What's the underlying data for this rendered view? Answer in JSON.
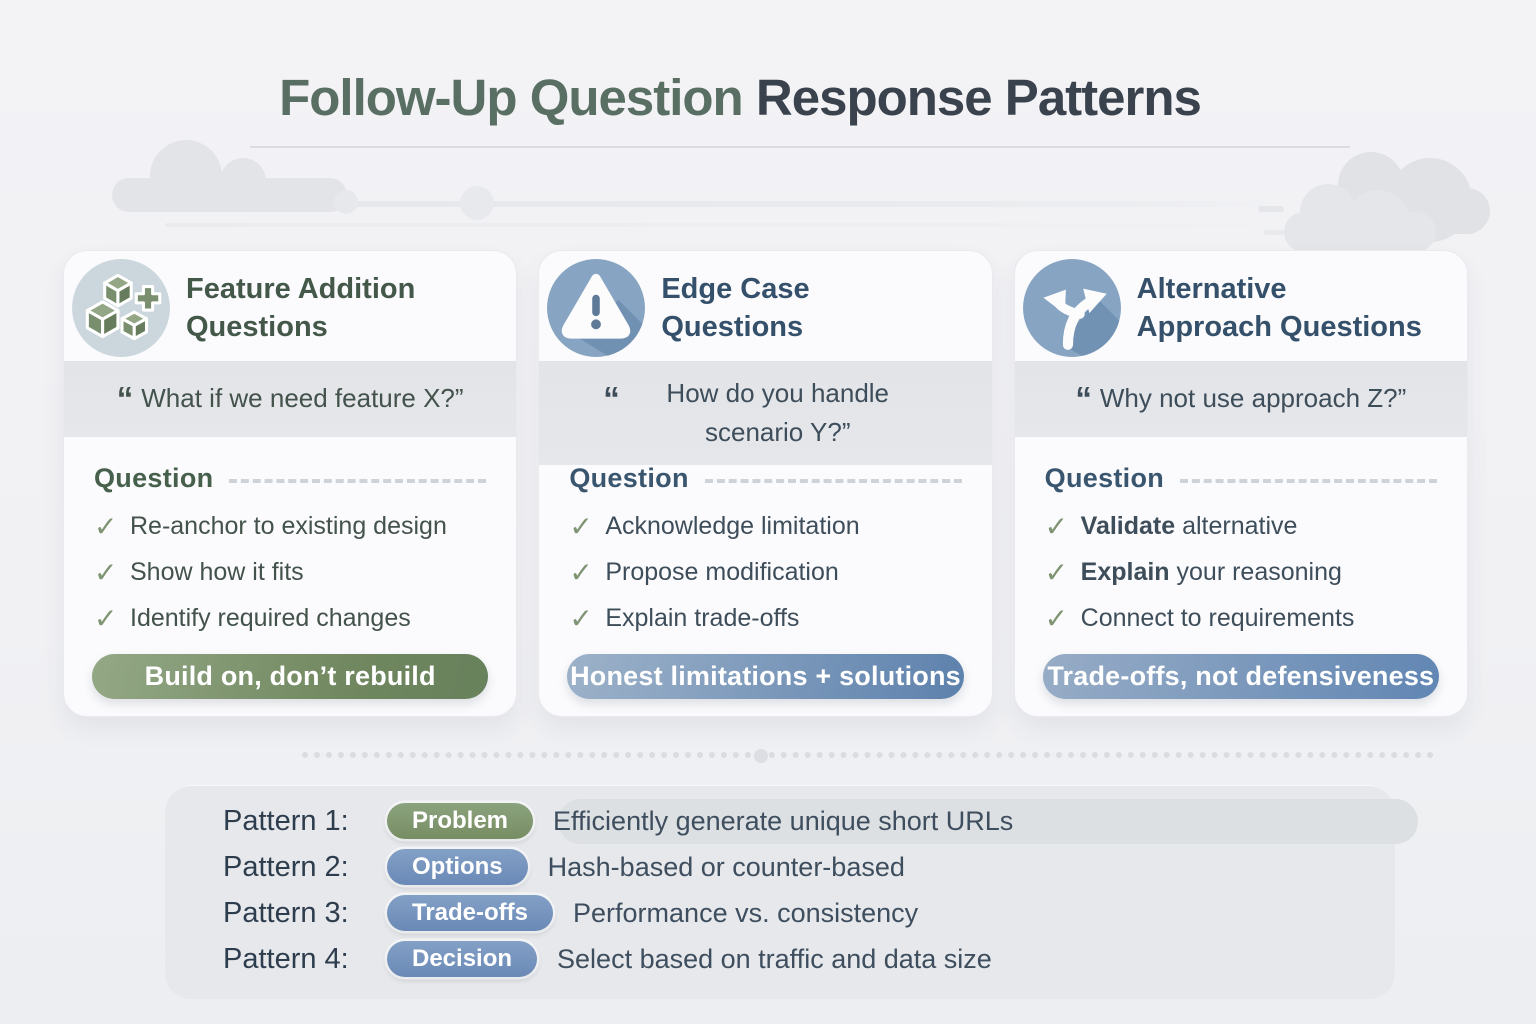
{
  "title": {
    "highlight": "Follow-Up Question",
    "rest": " Response Patterns"
  },
  "icons": {
    "check": "✓"
  },
  "colors": {
    "accent_green": "#77905f",
    "accent_blue": "#6a89b6",
    "title_green": "#5a6f63",
    "title_dark": "#39424d"
  },
  "cards": [
    {
      "icon": "cubes-plus-icon",
      "title_line1": "Feature Addition",
      "title_line2": "Questions",
      "open_quote": "“",
      "quote": "What if we need feature X?”",
      "section_label": "Question",
      "items": [
        {
          "bold": "",
          "text": "Re-anchor to existing design"
        },
        {
          "bold": "",
          "text": "Show how it fits"
        },
        {
          "bold": "",
          "text": "Identify required changes"
        }
      ],
      "pill": "Build on, don’t rebuild"
    },
    {
      "icon": "warning-triangle-icon",
      "title_line1": "Edge Case",
      "title_line2": "Questions",
      "open_quote": "“",
      "quote": "How do you handle scenario Y?”",
      "section_label": "Question",
      "items": [
        {
          "bold": "",
          "text": "Acknowledge limitation"
        },
        {
          "bold": "",
          "text": "Propose modification"
        },
        {
          "bold": "",
          "text": "Explain trade-offs"
        }
      ],
      "pill": "Honest limitations + solutions"
    },
    {
      "icon": "fork-arrows-icon",
      "title_line1": "Alternative",
      "title_line2": "Approach Questions",
      "open_quote": "“",
      "quote": "Why not use approach Z?”",
      "section_label": "Question",
      "items": [
        {
          "bold": "Validate",
          "text": " alternative"
        },
        {
          "bold": "Explain",
          "text": " your reasoning"
        },
        {
          "bold": "",
          "text": "Connect to requirements"
        }
      ],
      "pill": "Trade-offs, not defensiveness"
    }
  ],
  "patterns": [
    {
      "label": "Pattern 1:",
      "tag": "Problem",
      "desc": "Efficiently generate unique short URLs"
    },
    {
      "label": "Pattern 2:",
      "tag": "Options",
      "desc": "Hash-based or counter-based"
    },
    {
      "label": "Pattern 3:",
      "tag": "Trade-offs",
      "desc": "Performance vs. consistency"
    },
    {
      "label": "Pattern 4:",
      "tag": "Decision",
      "desc": "Select based on traffic and data size"
    }
  ]
}
